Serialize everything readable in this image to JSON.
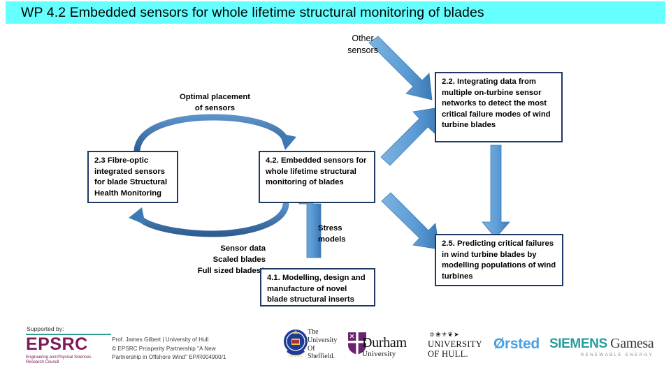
{
  "slide": {
    "title": "WP 4.2 Embedded sensors for whole lifetime structural monitoring of blades",
    "title_bg": "#66FFFF",
    "box_border_color": "#1F3864",
    "arrow_color": "#5B9BD5"
  },
  "labels": {
    "other_sensors": "Other\nsensors",
    "optimal_placement": "Optimal placement\nof sensors",
    "stress_models": "Stress\nmodels",
    "sensor_data": "Sensor data\nScaled blades\nFull sized blades?"
  },
  "boxes": [
    {
      "id": "wp23",
      "text": "2.3 Fibre-optic integrated sensors for blade Structural Health Monitoring"
    },
    {
      "id": "wp42",
      "text": "4.2. Embedded sensors for whole lifetime structural monitoring of blades"
    },
    {
      "id": "wp22",
      "text": "2.2. Integrating data from multiple on-turbine sensor networks to detect the most critical failure modes of wind turbine blades"
    },
    {
      "id": "wp41",
      "text": "4.1. Modelling, design and manufacture of novel blade structural inserts"
    },
    {
      "id": "wp25",
      "text": "2.5. Predicting critical failures in wind turbine blades by modelling populations of wind turbines"
    }
  ],
  "footer": {
    "supported_by": "Supported by:",
    "epsrc_word": "EPSRC",
    "epsrc_sub": "Engineering and Physical Sciences\nResearch Council",
    "epsrc_color": "#7C1B56",
    "credit_line1": "Prof. James Gilbert | University of Hull",
    "credit_line2": "© EPSRC Prosperity Partnership \"A New",
    "credit_line3": "Partnership in Offshore Wind\" EP/R004900/1",
    "logos": {
      "sheffield": "The\nUniversity\nOf\nSheffield.",
      "durham_main": "Durham",
      "durham_sub": "University",
      "hull_line1": "UNIVERSITY",
      "hull_line2": "OF HULL.",
      "orsted": "Ørsted",
      "siemens_1": "SIEMENS",
      "siemens_2": "Gamesa",
      "siemens_3": "RENEWABLE ENERGY"
    }
  }
}
